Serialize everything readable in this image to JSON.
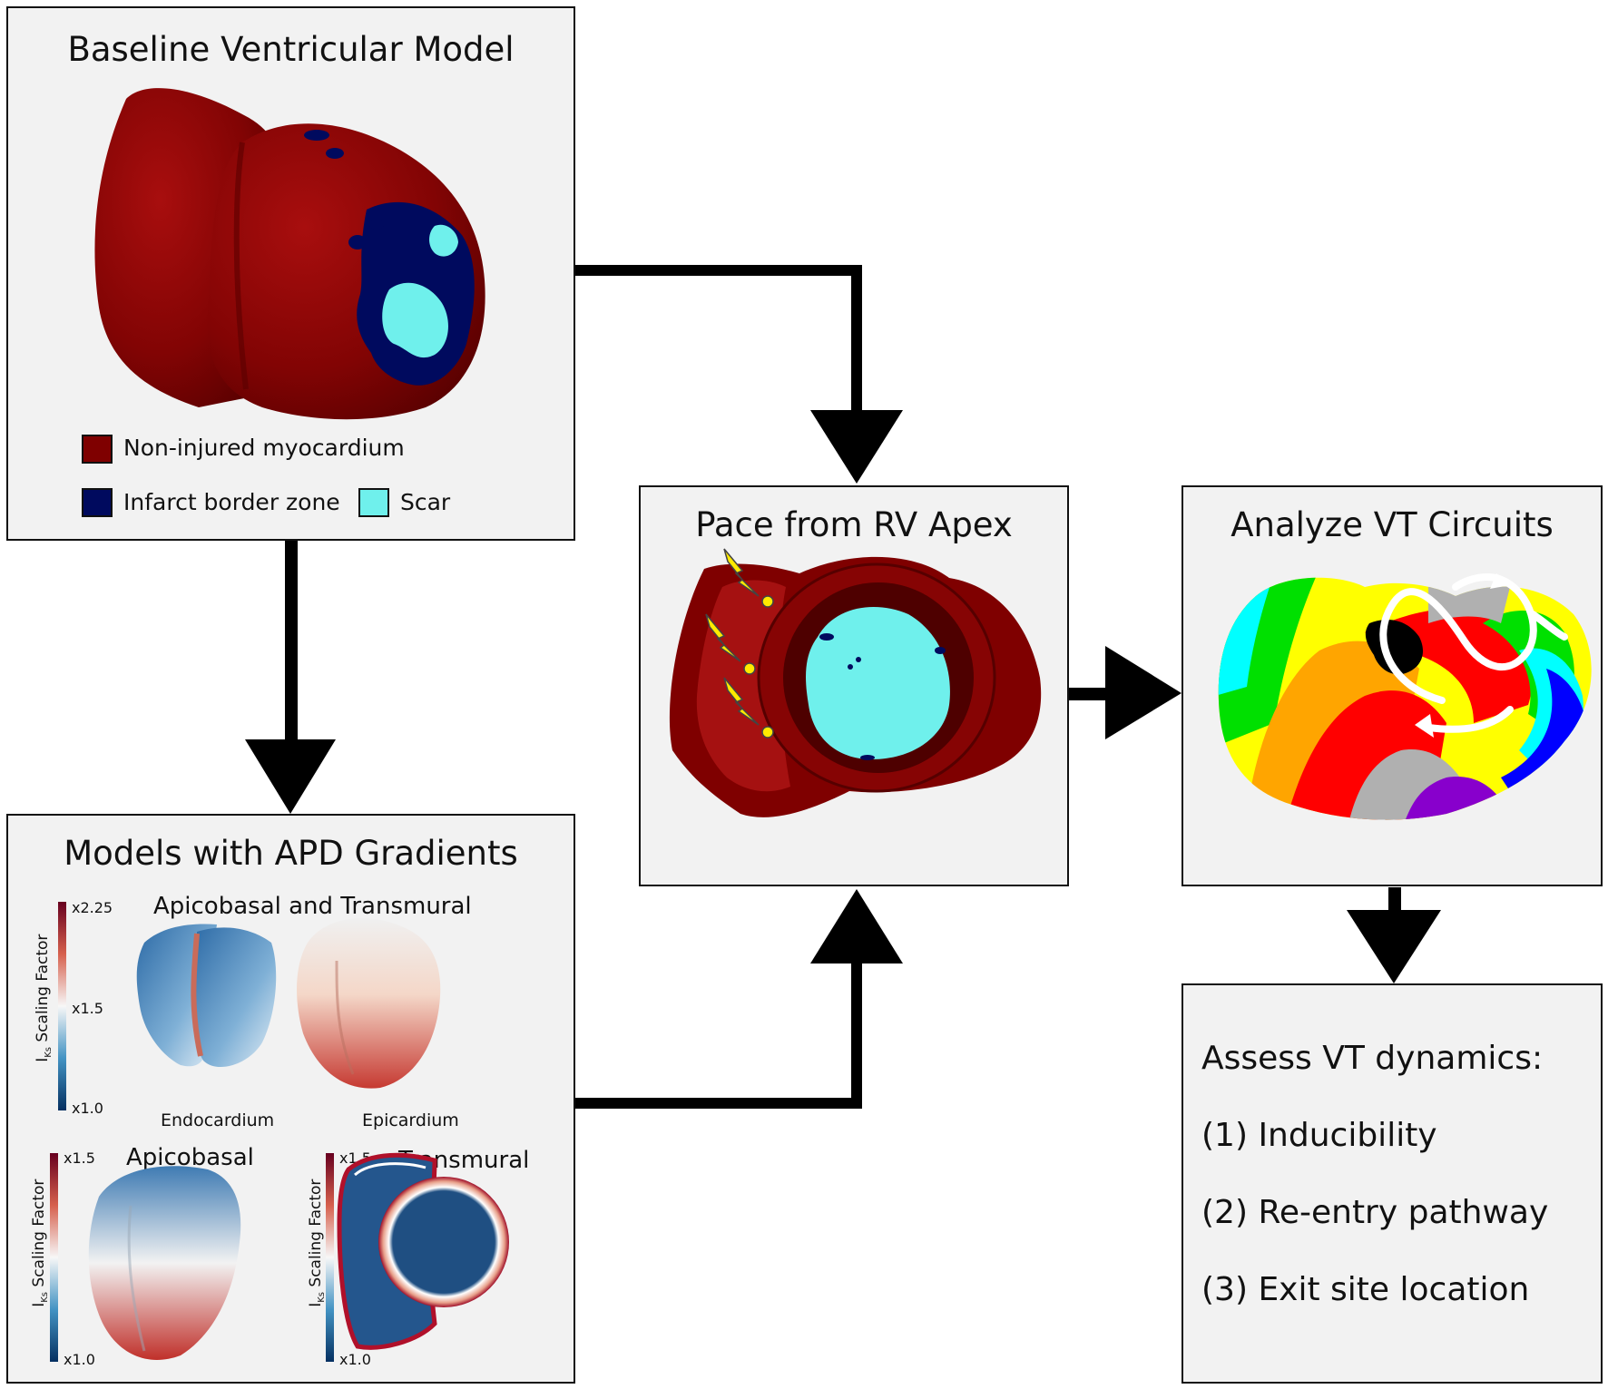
{
  "baseline": {
    "title": "Baseline Ventricular Model",
    "legend": [
      {
        "label": "Non-injured myocardium",
        "color": "#7f0000"
      },
      {
        "label": "Infarct border zone",
        "color": "#000a5e"
      },
      {
        "label": "Scar",
        "color": "#6ff0ec"
      }
    ]
  },
  "pace": {
    "title": "Pace from RV Apex"
  },
  "analyze": {
    "title": "Analyze VT Circuits"
  },
  "assess": {
    "title": "Assess VT dynamics:",
    "items": [
      "(1) Inducibility",
      "(2) Re-entry pathway",
      "(3) Exit site location"
    ]
  },
  "apd": {
    "title": "Models with APD Gradients",
    "top_subtitle": "Apicobasal and Transmural",
    "endo_label": "Endocardium",
    "epi_label": "Epicardium",
    "apicobasal_label": "Apicobasal",
    "transmural_label": "Transmural",
    "colorbar_axis_label": "I",
    "colorbar_axis_sub": "Ks",
    "colorbar_axis_text": "Scaling Factor",
    "top_ticks": [
      "x2.25",
      "x1.5",
      "x1.0"
    ],
    "bottom_ticks": [
      "x1.5",
      "x1.0"
    ]
  },
  "colors": {
    "myocardium": "#7f0000",
    "border_zone": "#000a5e",
    "scar": "#6ff0ec",
    "panel_bg": "#f2f2f2",
    "arrow": "#000000",
    "bolt": "#ffea00"
  }
}
